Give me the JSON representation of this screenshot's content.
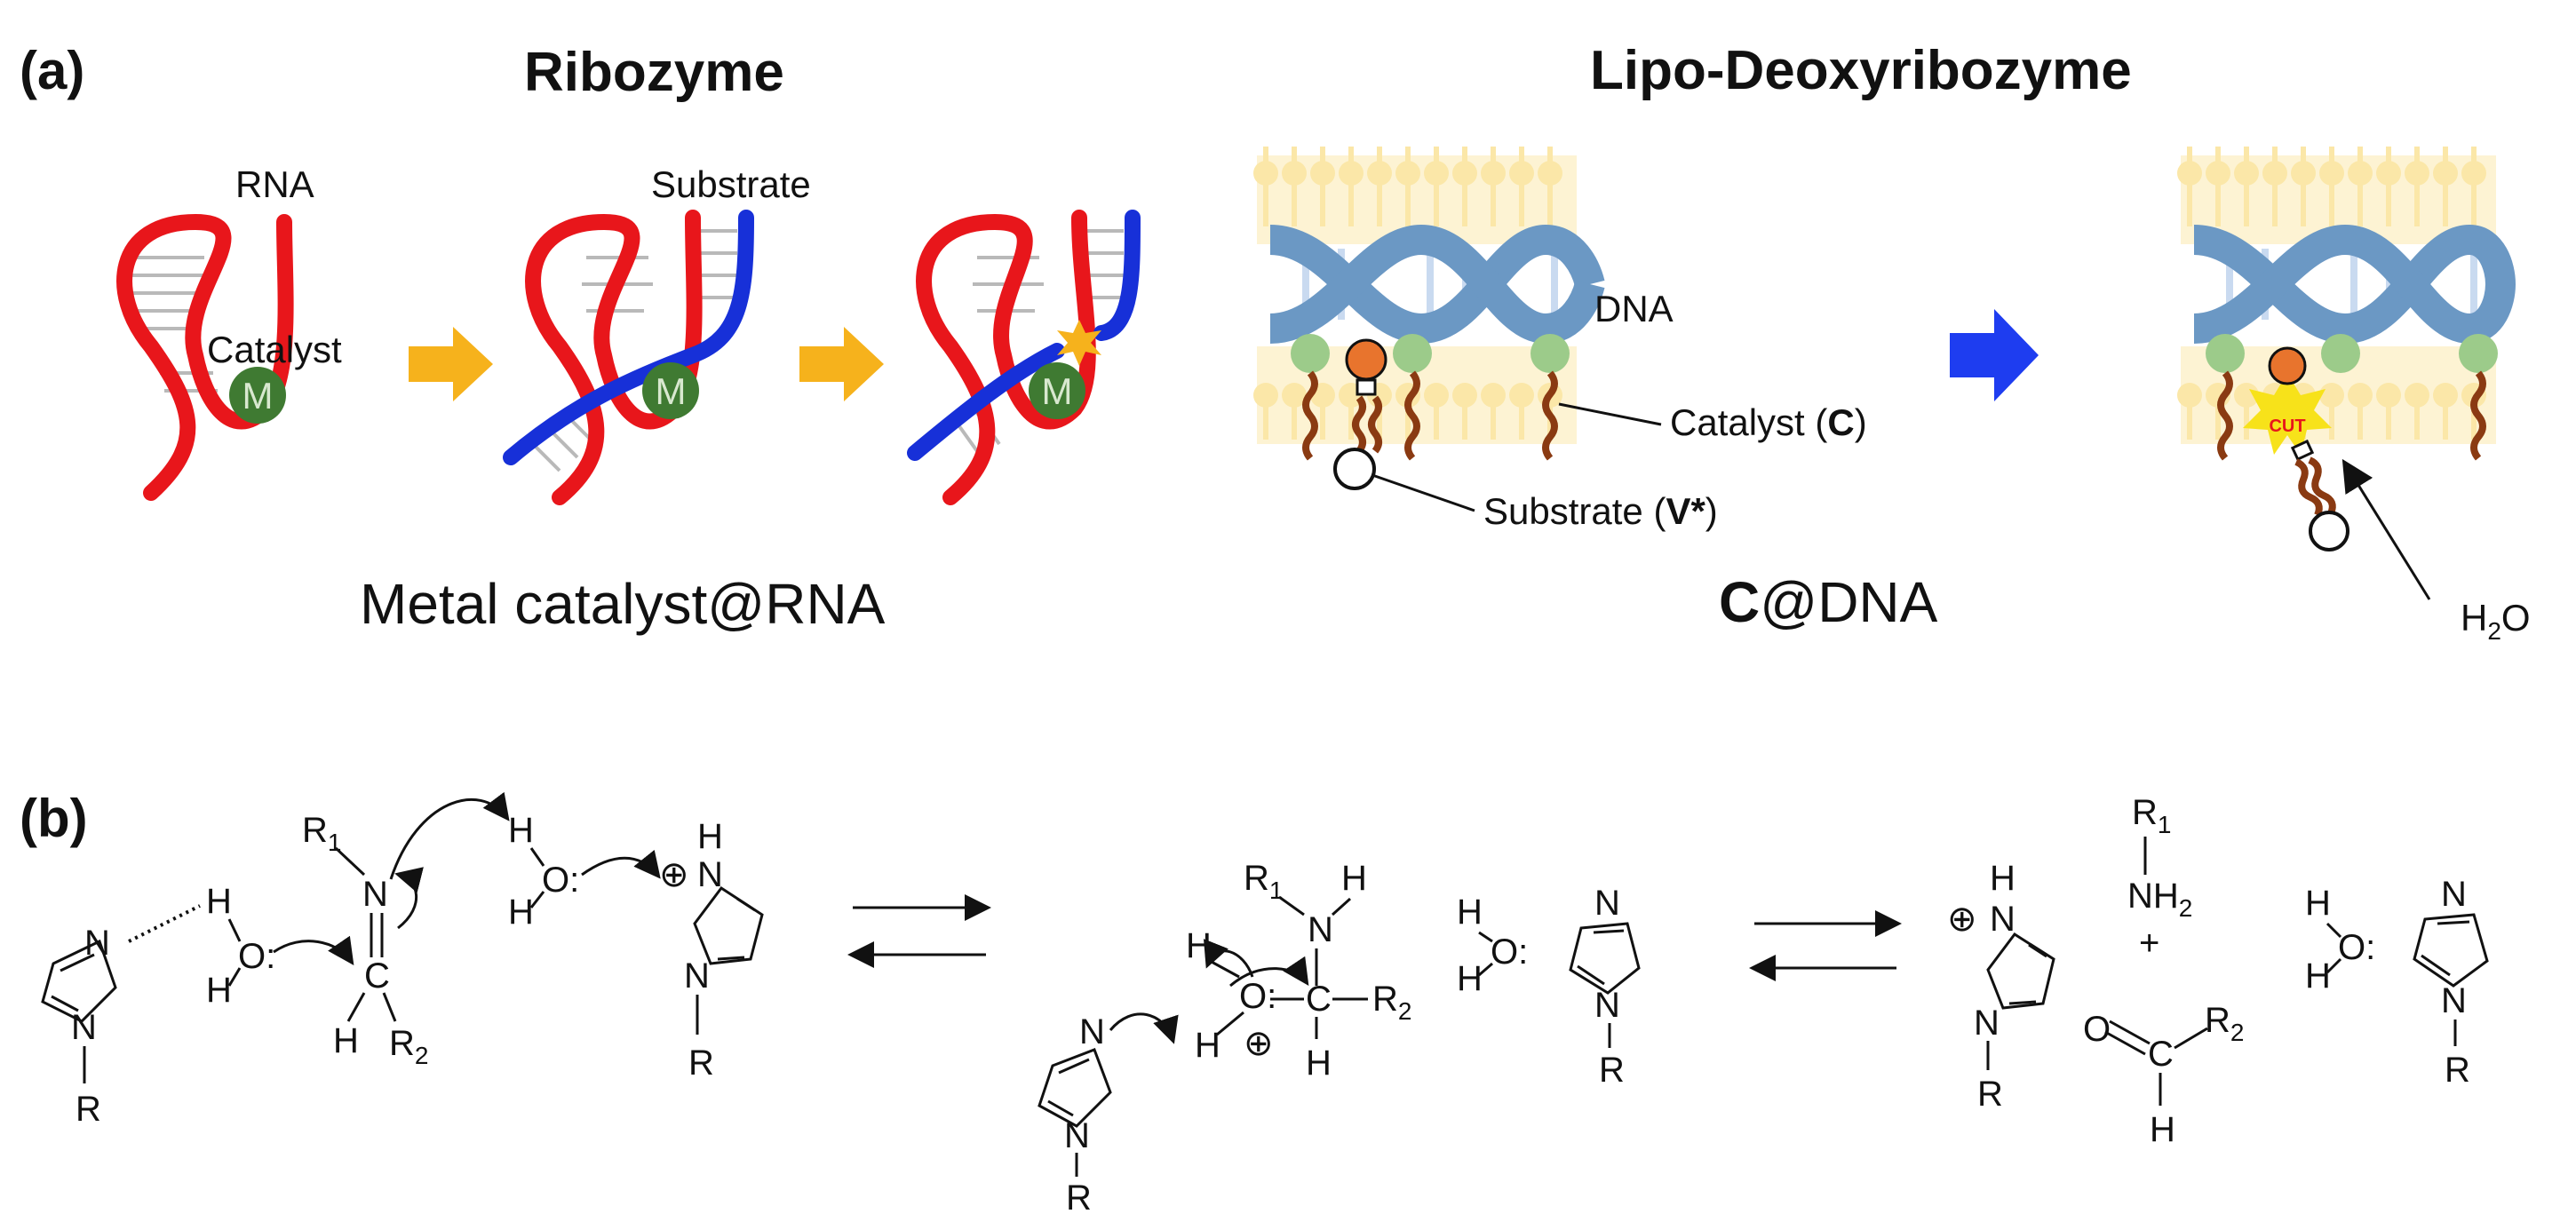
{
  "panel_a": {
    "label": "(a)",
    "ribozyme": {
      "title": "Ribozyme",
      "rna_label": "RNA",
      "substrate_label": "Substrate",
      "catalyst_label": "Catalyst",
      "metal_symbol": "M",
      "caption": "Metal catalyst@RNA"
    },
    "lipo": {
      "title": "Lipo-Deoxyribozyme",
      "dna_label": "DNA",
      "catalyst_label_text": "Catalyst (",
      "catalyst_label_bold": "C",
      "catalyst_label_close": ")",
      "substrate_label_text": "Substrate (",
      "substrate_label_bold": "V*",
      "substrate_label_close": ")",
      "cut_label": "CUT",
      "water_h": "H",
      "water_sub": "2",
      "water_o": "O",
      "caption_bold": "C",
      "caption_rest": "@DNA"
    }
  },
  "panel_b": {
    "label": "(b)",
    "atoms": {
      "N": "N",
      "H": "H",
      "O": "O:",
      "C": "C",
      "R": "R",
      "R1": "R",
      "R2": "R",
      "one": "1",
      "two": "2",
      "plus_charge": "⊕",
      "plus": "+",
      "NH2": "NH",
      "lonepair": "¨"
    }
  },
  "colors": {
    "rna": "#e8161b",
    "substrate": "#1730d8",
    "metal": "#3f7a32",
    "arrow_orange": "#f6b21c",
    "arrow_blue": "#1e3df0",
    "lipid": "#fbe7a8",
    "dna": "#6b98c4",
    "catalyst_head": "#9ccb8a",
    "orange_ball": "#e8742d",
    "tail": "#8a3a12",
    "cut_star": "#f7e21a"
  }
}
